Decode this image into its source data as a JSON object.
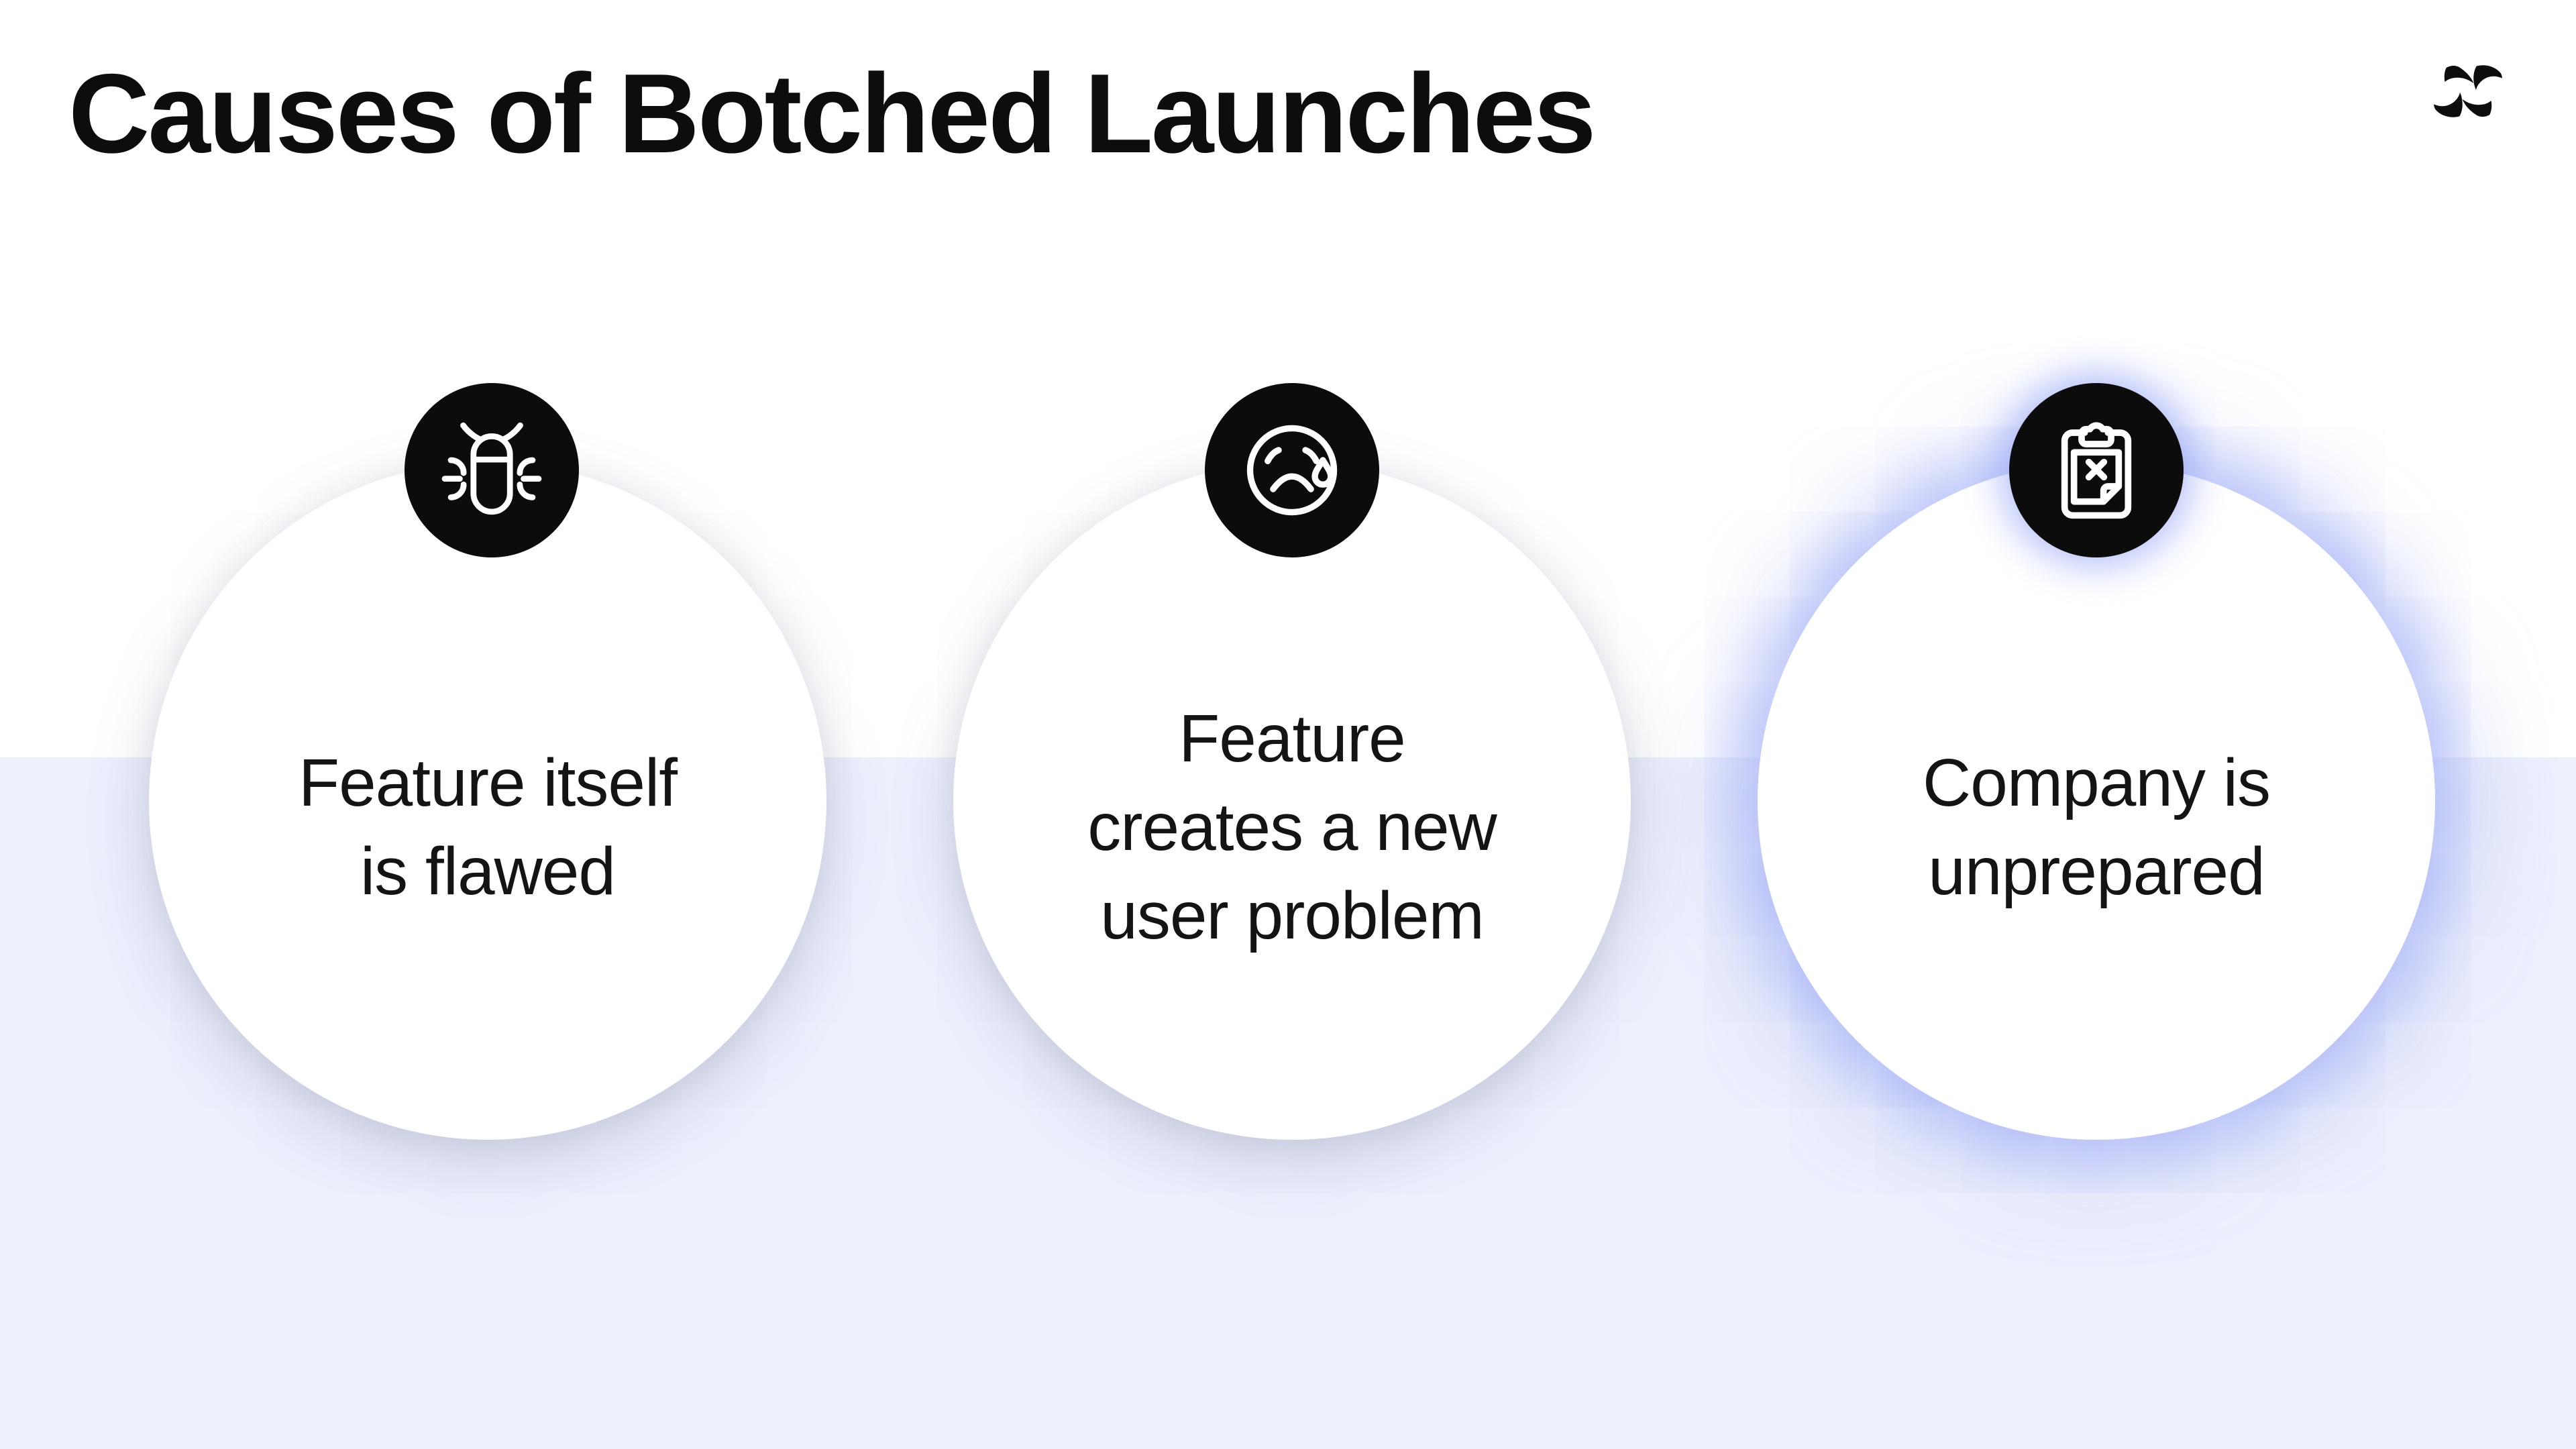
{
  "slide": {
    "title": "Causes of Botched Launches"
  },
  "brand": {
    "logo_name": "abstract four-blade pinwheel mark"
  },
  "colors": {
    "canvas_top": "#FFFFFF",
    "canvas_band": "#ECEFFC",
    "icon_badge_fill": "#0C0C0D",
    "icon_stroke": "#FFFFFF",
    "text": "#141414",
    "highlight_glow": "#9FACF5"
  },
  "causes": [
    {
      "id": "feature-flawed",
      "icon": "bug-icon",
      "lines": [
        "Feature itself",
        "is flawed"
      ],
      "highlighted": false
    },
    {
      "id": "new-user-problem",
      "icon": "sad-face-tear-icon",
      "lines": [
        "Feature",
        "creates a new",
        "user problem"
      ],
      "highlighted": false
    },
    {
      "id": "company-unprepared",
      "icon": "clipboard-x-icon",
      "lines": [
        "Company is",
        "unprepared"
      ],
      "highlighted": true
    }
  ]
}
